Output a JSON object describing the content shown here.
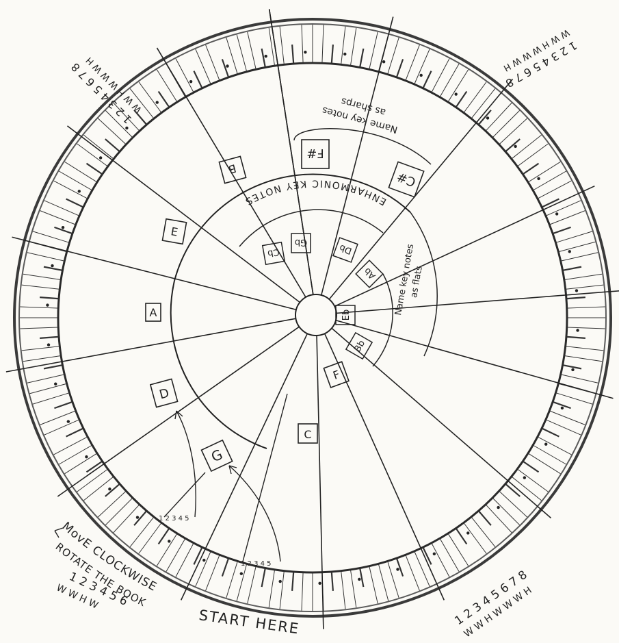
{
  "keys": [
    {
      "id": "C",
      "label": "C"
    },
    {
      "id": "G",
      "label": "G"
    },
    {
      "id": "D",
      "label": "D"
    },
    {
      "id": "A",
      "label": "A"
    },
    {
      "id": "E",
      "label": "E"
    },
    {
      "id": "B",
      "label": "B"
    },
    {
      "id": "Fsharp",
      "label": "F#"
    },
    {
      "id": "Csharp",
      "label": "C#"
    },
    {
      "id": "F",
      "label": "F"
    }
  ],
  "enharmonic_keys": [
    "Cb",
    "Gb",
    "Db",
    "Ab",
    "Eb",
    "Bb"
  ],
  "labels": {
    "enharmonic": "ENHARMONIC KEY NOTES",
    "sharps_note_1": "Name key notes",
    "sharps_note_2": "as sharps",
    "flats_note_1": "Name key notes",
    "flats_note_2": "as flats",
    "move": "MovE CLOCKWISE",
    "rotate": "ROTATE THE BOOK",
    "start": "START HERE",
    "small_count_1": "1 2 3 4 5",
    "small_count_2": "1 2 3 4 5"
  },
  "scale_counters": {
    "bottom_left_numbers": "1 2 3 4 5 6",
    "bottom_left_steps": "W W H W",
    "bottom_right_numbers": "1 2 3 4 5 6 7 8",
    "bottom_right_steps": "W W H W W W H",
    "top_left_numbers": "1 2 3 4 5 6 7 8",
    "top_left_steps": "W W H W W W H",
    "top_right_numbers": "1 2 3 4 5 6 7 8",
    "top_right_steps": "W W H W W W H"
  }
}
